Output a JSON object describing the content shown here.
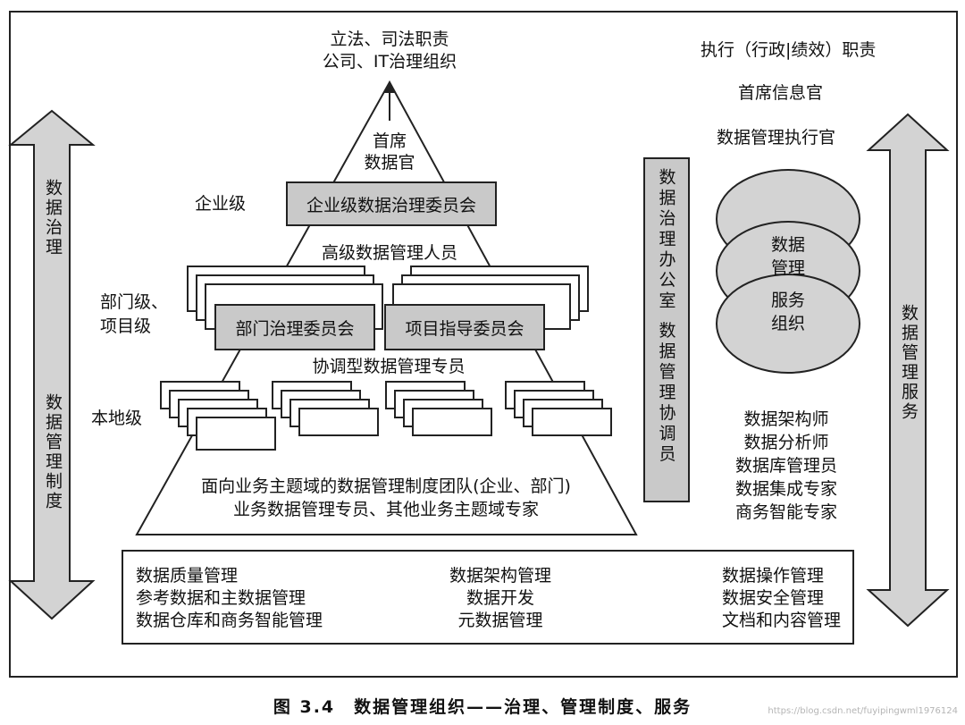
{
  "top_left_title": [
    "立法、司法职责",
    "公司、IT治理组织"
  ],
  "top_right_title": "执行（行政|绩效）职责",
  "cio": "首席信息官",
  "cdo_exec": "数据管理执行官",
  "pyramid_top": [
    "首席",
    "数据官"
  ],
  "level_enterprise": "企业级",
  "enterprise_committee": "企业级数据治理委员会",
  "senior_staff": "高级数据管理人员",
  "level_dept": [
    "部门级、",
    "项目级"
  ],
  "dept_committee": "部门治理委员会",
  "project_committee": "项目指导委员会",
  "coordinator": "协调型数据管理专员",
  "level_local": "本地级",
  "pyramid_bottom": [
    "面向业务主题域的数据管理制度团队(企业、部门)",
    "业务数据管理专员、其他业务主题域专家"
  ],
  "left_arrow_top": "数据治理",
  "left_arrow_bottom": "数据管理制度",
  "right_arrow": "数据管理服务",
  "office_box": "数据治理办公室 数据管理协调员",
  "circles": {
    "top": [
      "数据",
      "管理"
    ],
    "bottom": [
      "服务",
      "组织"
    ]
  },
  "roles": [
    "数据架构师",
    "数据分析师",
    "数据库管理员",
    "数据集成专家",
    "商务智能专家"
  ],
  "functions": {
    "col1": [
      "数据质量管理",
      "参考数据和主数据管理",
      "数据仓库和商务智能管理"
    ],
    "col2": [
      "数据架构管理",
      "数据开发",
      "元数据管理"
    ],
    "col3": [
      "数据操作管理",
      "数据安全管理",
      "文档和内容管理"
    ]
  },
  "caption": "图 3.4　数据管理组织——治理、管理制度、服务",
  "watermark": "https://blog.csdn.net/fuyipingwml1976124",
  "colors": {
    "box_fill": "#c9c9c9",
    "arrow_fill": "#d3d3d3",
    "line": "#222222"
  }
}
